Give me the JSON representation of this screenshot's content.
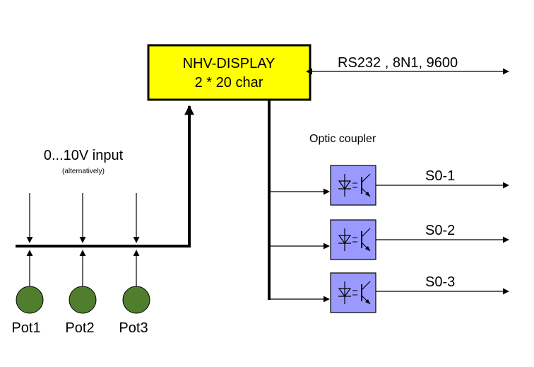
{
  "display": {
    "line1": "NHV-DISPLAY",
    "line2": "2 * 20 char"
  },
  "serial_label": "RS232 , 8N1, 9600",
  "optic_label": "Optic coupler",
  "input": {
    "title": "0...10V input",
    "subtitle": "(alternatively)"
  },
  "outputs": [
    "S0-1",
    "S0-2",
    "S0-3"
  ],
  "pots": [
    "Pot1",
    "Pot2",
    "Pot3"
  ],
  "colors": {
    "display_fill": "#ffff00",
    "coupler_fill": "#9999ff",
    "pot_fill": "#4f7f2c",
    "line": "#000000"
  },
  "icons": {
    "coupler": "optocoupler-icon",
    "pot": "potentiometer-icon"
  }
}
